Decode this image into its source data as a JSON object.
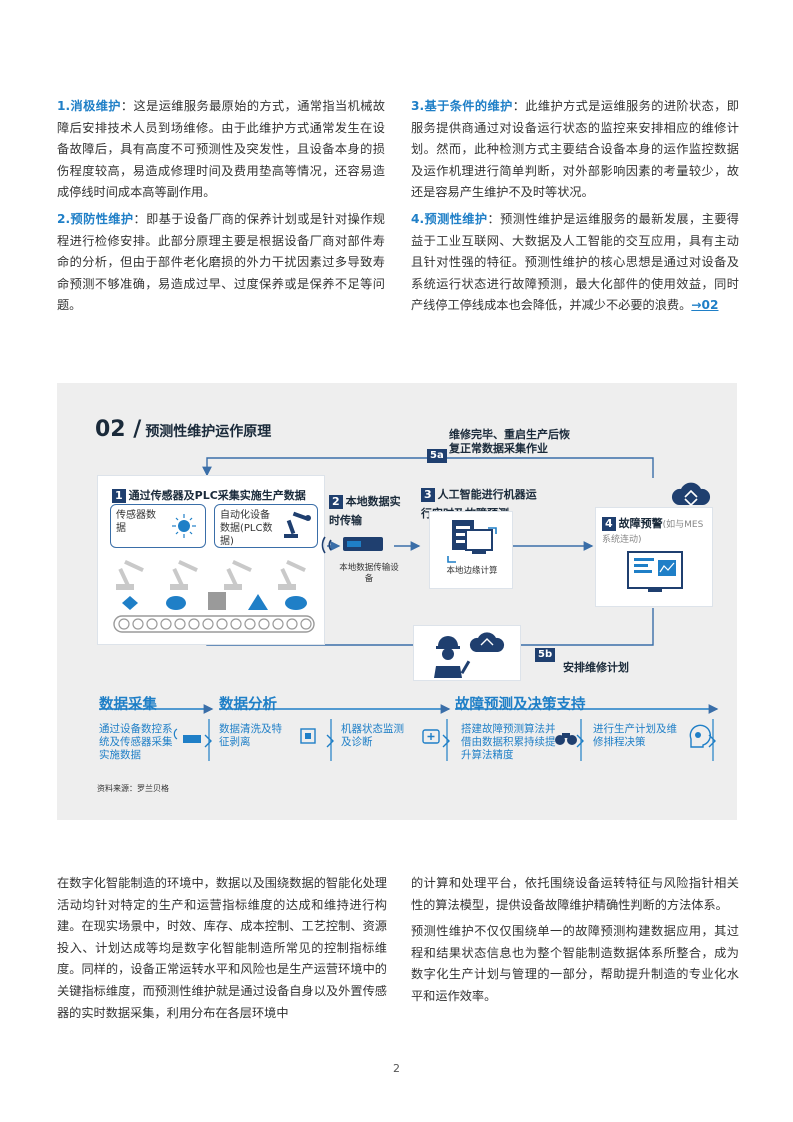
{
  "top_left": [
    {
      "label": "1.消极维护",
      "text": "：这是运维服务最原始的方式，通常指当机械故障后安排技术人员到场维修。由于此维护方式通常发生在设备故障后，具有高度不可预测性及突发性，且设备本身的损伤程度较高，易造成修理时间及费用垫高等情况，还容易造成停线时间成本高等副作用。"
    },
    {
      "label": "2.预防性维护",
      "text": "：即基于设备厂商的保养计划或是针对操作规程进行检修安排。此部分原理主要是根据设备厂商对部件寿命的分析，但由于部件老化磨损的外力干扰因素过多导致寿命预测不够准确，易造成过早、过度保养或是保养不足等问题。"
    }
  ],
  "top_right": [
    {
      "label": "3.基于条件的维护",
      "text": "：此维护方式是运维服务的进阶状态，即服务提供商通过对设备运行状态的监控来安排相应的维修计划。然而，此种检测方式主要结合设备本身的运作监控数据及运作机理进行简单判断，对外部影响因素的考量较少，故还是容易产生维护不及时等状况。"
    },
    {
      "label": "4.预测性维护",
      "text": "：预测性维护是运维服务的最新发展，主要得益于工业互联网、大数据及人工智能的交互应用，具有主动且针对性强的特征。预测性维护的核心思想是通过对设备及系统运行状态进行故障预测，最大化部件的使用效益，同时产线停工停线成本也会降低，并减少不必要的浪费。",
      "link": "→02"
    }
  ],
  "figure": {
    "num": "02 /",
    "title": "预测性维护运作原理",
    "step1": {
      "badge": "1",
      "title": "通过传感器及PLC采集实施生产数据",
      "sensor": "传感器数据",
      "plc": "自动化设备数据(PLC数据)"
    },
    "step2": {
      "badge": "2",
      "title": "本地数据实时传输",
      "device": "本地数据传输设备"
    },
    "step3": {
      "badge": "3",
      "title": "人工智能进行机器运行实时及故障预测",
      "device": "本地边缘计算"
    },
    "step4": {
      "badge": "4",
      "title": "故障预警",
      "sub": "(如与MES系统连动)"
    },
    "step5a": {
      "tag": "5a",
      "text": "维修完毕、重启生产后恢复正常数据采集作业"
    },
    "step5b": {
      "tag": "5b",
      "text": "安排维修计划"
    },
    "phases": [
      {
        "title": "数据采集"
      },
      {
        "title": "数据分析"
      },
      {
        "title": "故障预测及决策支持"
      }
    ],
    "phase_items": [
      "通过设备数控系统及传感器采集实施数据",
      "数据清洗及特征剥离",
      "机器状态监测及诊断",
      "搭建故障预测算法并借由数据积累持续提升算法精度",
      "进行生产计划及维修排程决策"
    ],
    "source": "资料来源：罗兰贝格"
  },
  "bottom_left": "在数字化智能制造的环境中，数据以及围绕数据的智能化处理活动均针对特定的生产和运营指标维度的达成和维持进行构建。在现实场景中，时效、库存、成本控制、工艺控制、资源投入、计划达成等均是数字化智能制造所常见的控制指标维度。同样的，设备正常运转水平和风险也是生产运营环境中的关键指标维度，而预测性维护就是通过设备自身以及外置传感器的实时数据采集，利用分布在各层环境中",
  "bottom_right": [
    "的计算和处理平台，依托围绕设备运转特征与风险指针相关性的算法模型，提供设备故障维护精确性判断的方法体系。",
    "预测性维护不仅仅围绕单一的故障预测构建数据应用，其过程和结果状态信息也为整个智能制造数据体系所整合，成为数字化生产计划与管理的一部分，帮助提升制造的专业化水平和运作效率。"
  ],
  "page_number": "2",
  "colors": {
    "accent": "#1f7fc7",
    "navy": "#1f3f6f",
    "panel": "#eeeeee"
  }
}
